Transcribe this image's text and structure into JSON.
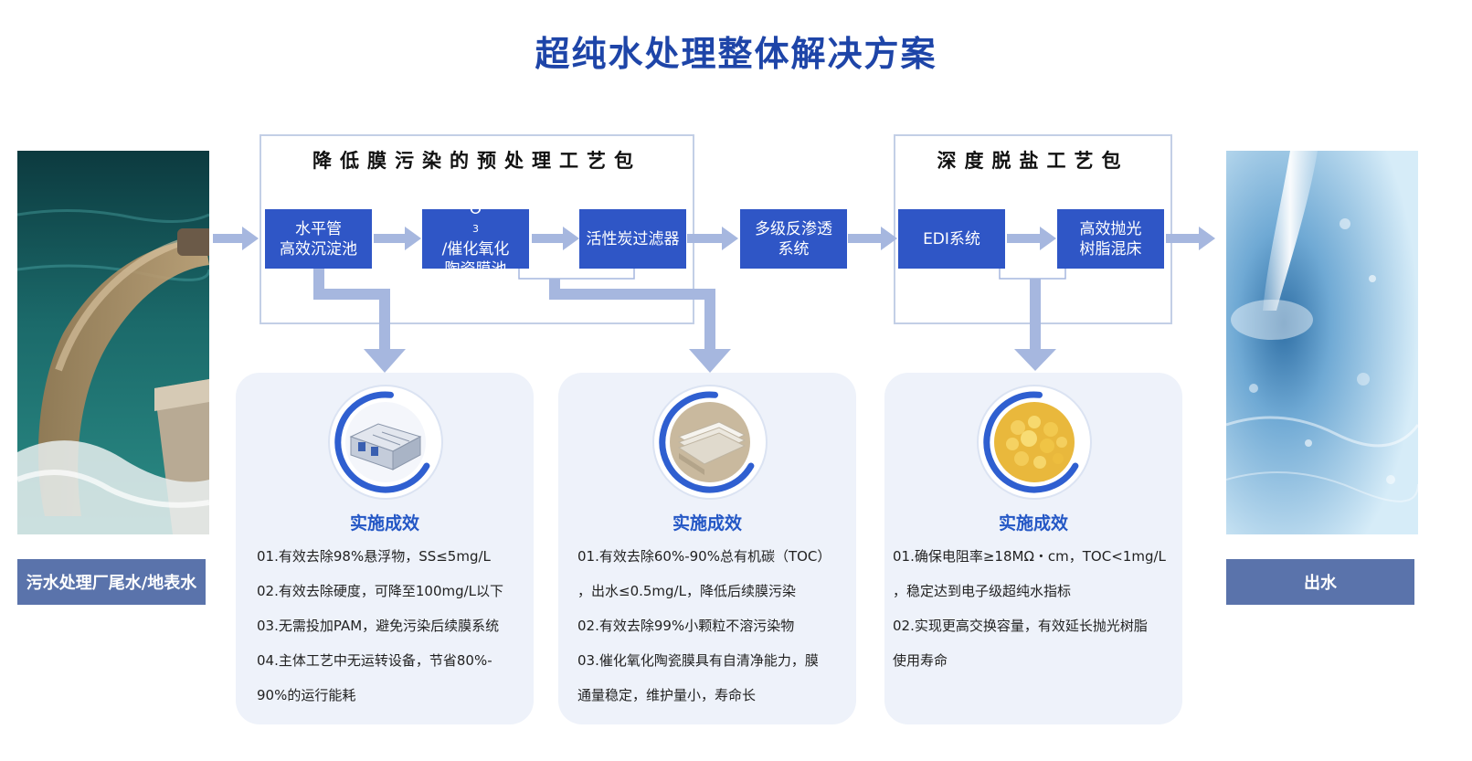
{
  "title": "超纯水处理整体解决方案",
  "pretreatment_group": {
    "title": "降低膜污染的预处理工艺包"
  },
  "desalination_group": {
    "title": "深度脱盐工艺包"
  },
  "steps": {
    "sedimentation": {
      "line1": "水平管",
      "line2": "高效沉淀池"
    },
    "ozone": {
      "o": "O",
      "sub": "3",
      "rest": "/催化氧化",
      "line2": "陶瓷膜池"
    },
    "carbon": {
      "line1": "活性炭过滤器"
    },
    "ro": {
      "line1": "多级反渗透",
      "line2": "系统"
    },
    "edi": {
      "line1": "EDI系统"
    },
    "polish": {
      "line1": "高效抛光",
      "line2": "树脂混床"
    }
  },
  "input_label": "污水处理厂尾水/地表水",
  "output_label": "出水",
  "cards": [
    {
      "title": "实施成效",
      "lines": [
        "01.有效去除98%悬浮物，SS≤5mg/L",
        "02.有效去除硬度，可降至100mg/L以下",
        "03.无需投加PAM，避免污染后续膜系统",
        "04.主体工艺中无运转设备，节省80%-",
        "90%的运行能耗"
      ]
    },
    {
      "title": "实施成效",
      "lines": [
        "01.有效去除60%-90%总有机碳（TOC）",
        "，出水≤0.5mg/L，降低后续膜污染",
        "02.有效去除99%小颗粒不溶污染物",
        "03.催化氧化陶瓷膜具有自清净能力，膜",
        "通量稳定，维护量小，寿命长"
      ]
    },
    {
      "title": "实施成效",
      "lines": [
        "01.确保电阻率≥18MΩ・cm，TOC<1mg/L",
        "，稳定达到电子级超纯水指标",
        "02.实现更高交换容量，有效延长抛光树脂",
        "使用寿命"
      ]
    }
  ],
  "colors": {
    "title": "#1e45a8",
    "process_box": "#2f56c6",
    "arrow": "#a6b7df",
    "label_bg": "#5a73ab",
    "card_bg": "#eef2fa",
    "card_title": "#2457c5"
  }
}
